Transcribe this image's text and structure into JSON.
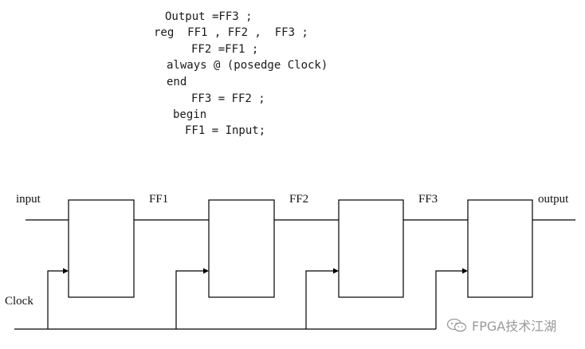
{
  "code": {
    "lines": [
      "Output =FF3 ;",
      "reg  FF1 , FF2 ,  FF3 ;",
      "FF2 =FF1 ;",
      "always @ (posedge Clock)",
      "end",
      "FF3 = FF2 ;",
      "begin",
      "FF1 = Input;"
    ]
  },
  "diagram": {
    "input_label": "input",
    "output_label": "output",
    "clock_label": "Clock",
    "signals": [
      "FF1",
      "FF2",
      "FF3"
    ]
  },
  "watermark": {
    "text": "FPGA技术江湖",
    "icon": "wechat-icon"
  }
}
